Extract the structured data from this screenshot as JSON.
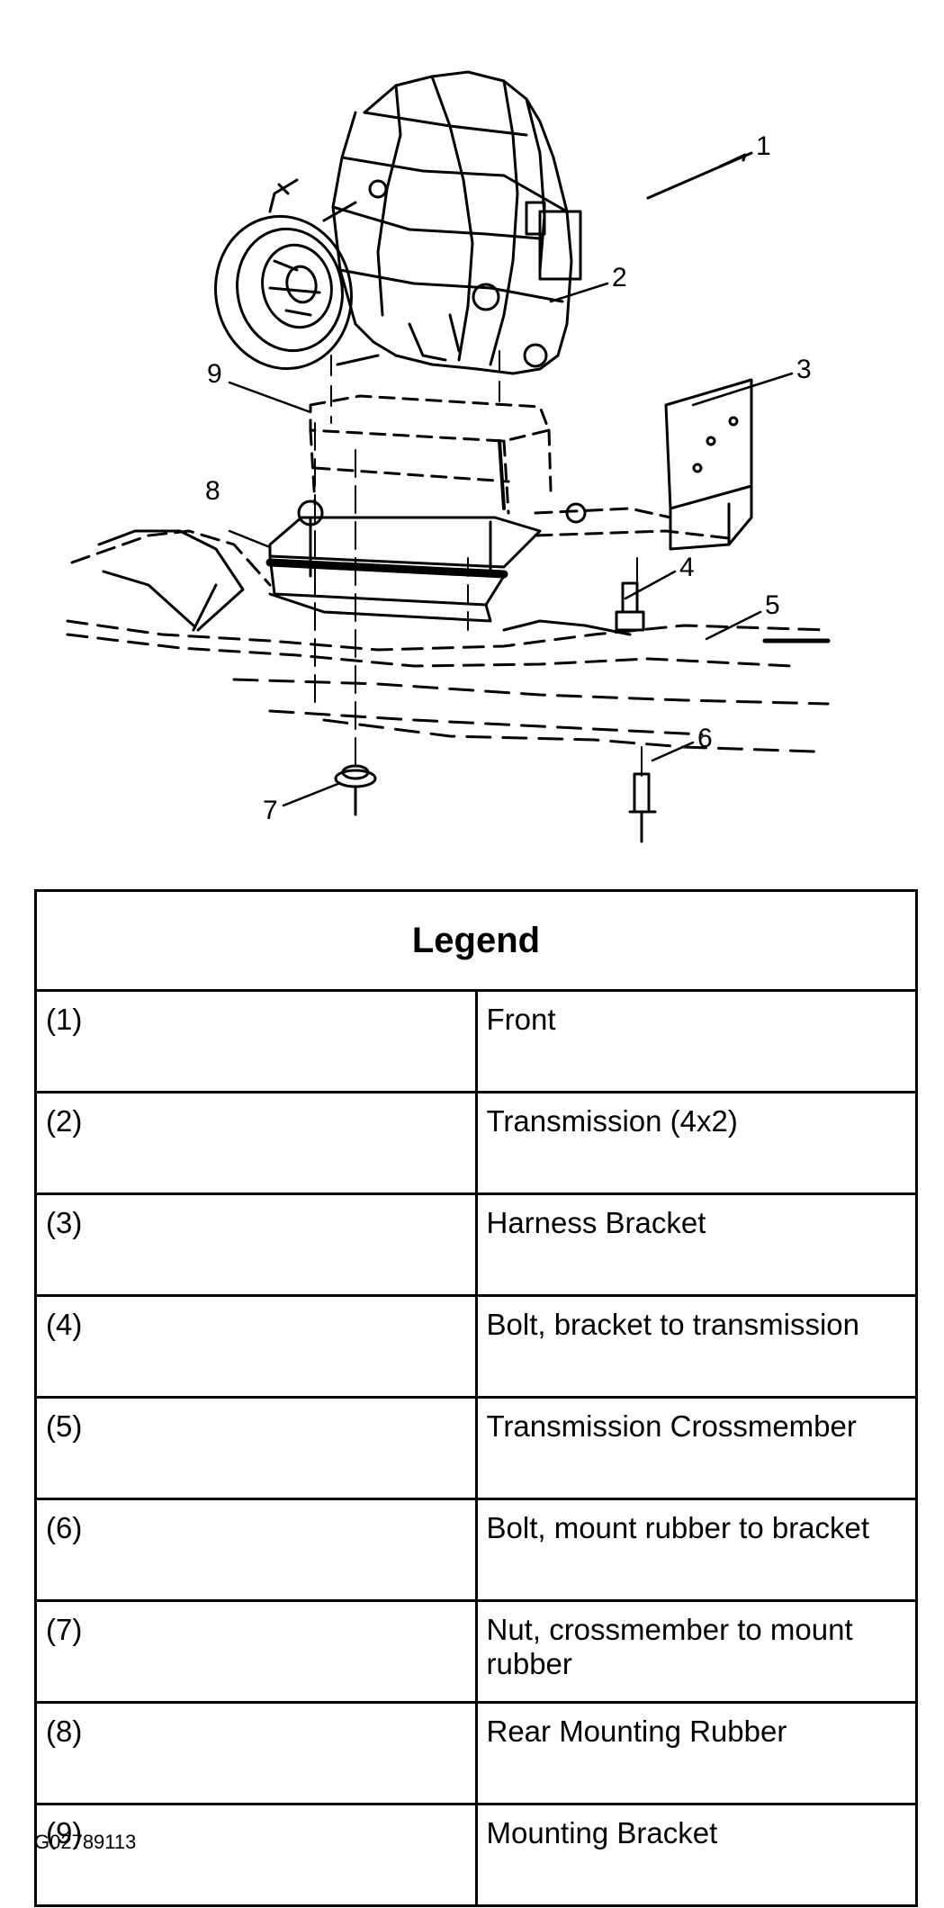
{
  "figure": {
    "callouts": [
      "1",
      "2",
      "3",
      "4",
      "5",
      "6",
      "7",
      "8",
      "9"
    ],
    "id": "G02789113"
  },
  "legend": {
    "title": "Legend",
    "rows": [
      {
        "num": "(1)",
        "desc": "Front"
      },
      {
        "num": "(2)",
        "desc": "Transmission (4x2)"
      },
      {
        "num": "(3)",
        "desc": "Harness Bracket"
      },
      {
        "num": "(4)",
        "desc": "Bolt, bracket to transmission"
      },
      {
        "num": "(5)",
        "desc": "Transmission Crossmember"
      },
      {
        "num": "(6)",
        "desc": "Bolt, mount rubber to bracket"
      },
      {
        "num": "(7)",
        "desc": "Nut, crossmember to mount rubber"
      },
      {
        "num": "(8)",
        "desc": "Rear Mounting Rubber"
      },
      {
        "num": "(9)",
        "desc": "Mounting Bracket"
      }
    ]
  }
}
